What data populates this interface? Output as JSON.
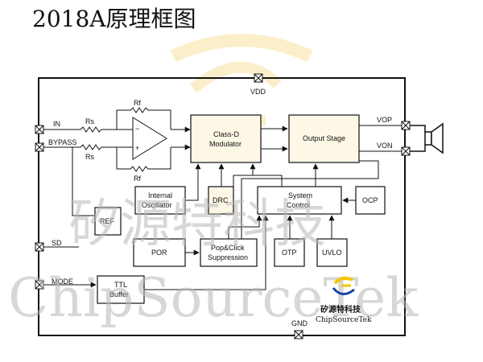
{
  "title": "2018A原理框图",
  "pins": {
    "vdd": "VDD",
    "gnd": "GND",
    "in": "IN",
    "bypass": "BYPASS",
    "sd": "SD",
    "mode": "MODE",
    "vop": "VOP",
    "von": "VON"
  },
  "components": {
    "rf_top": "Rf",
    "rf_bottom": "Rf",
    "rs_top": "Rs",
    "rs_bottom": "Rs",
    "amp_minus": "−",
    "amp_plus": "+"
  },
  "blocks": {
    "classd_line1": "Class-D",
    "classd_line2": "Modulator",
    "output_stage": "Output Stage",
    "osc_line1": "Internal",
    "osc_line2": "Oscillator",
    "drc": "DRC",
    "sys_line1": "System",
    "sys_line2": "Control",
    "ocp": "OCP",
    "ref": "REF",
    "por": "POR",
    "pop_line1": "Pop&Click",
    "pop_line2": "Suppression",
    "otp": "OTP",
    "uvlo": "UVLO",
    "ttl_line1": "TTL",
    "ttl_line2": "Buffer"
  },
  "watermark": {
    "chinese": "矽源特科技",
    "english": "ChipSourceTek"
  },
  "logo": {
    "chinese": "矽源特科技",
    "english": "ChipSourceTek"
  },
  "colors": {
    "line": "#111111",
    "block_fill": "#fdf7e6",
    "watermark": "#b8b8b8",
    "logo_yellow": "#f5c400",
    "logo_blue": "#1a3ea8"
  }
}
